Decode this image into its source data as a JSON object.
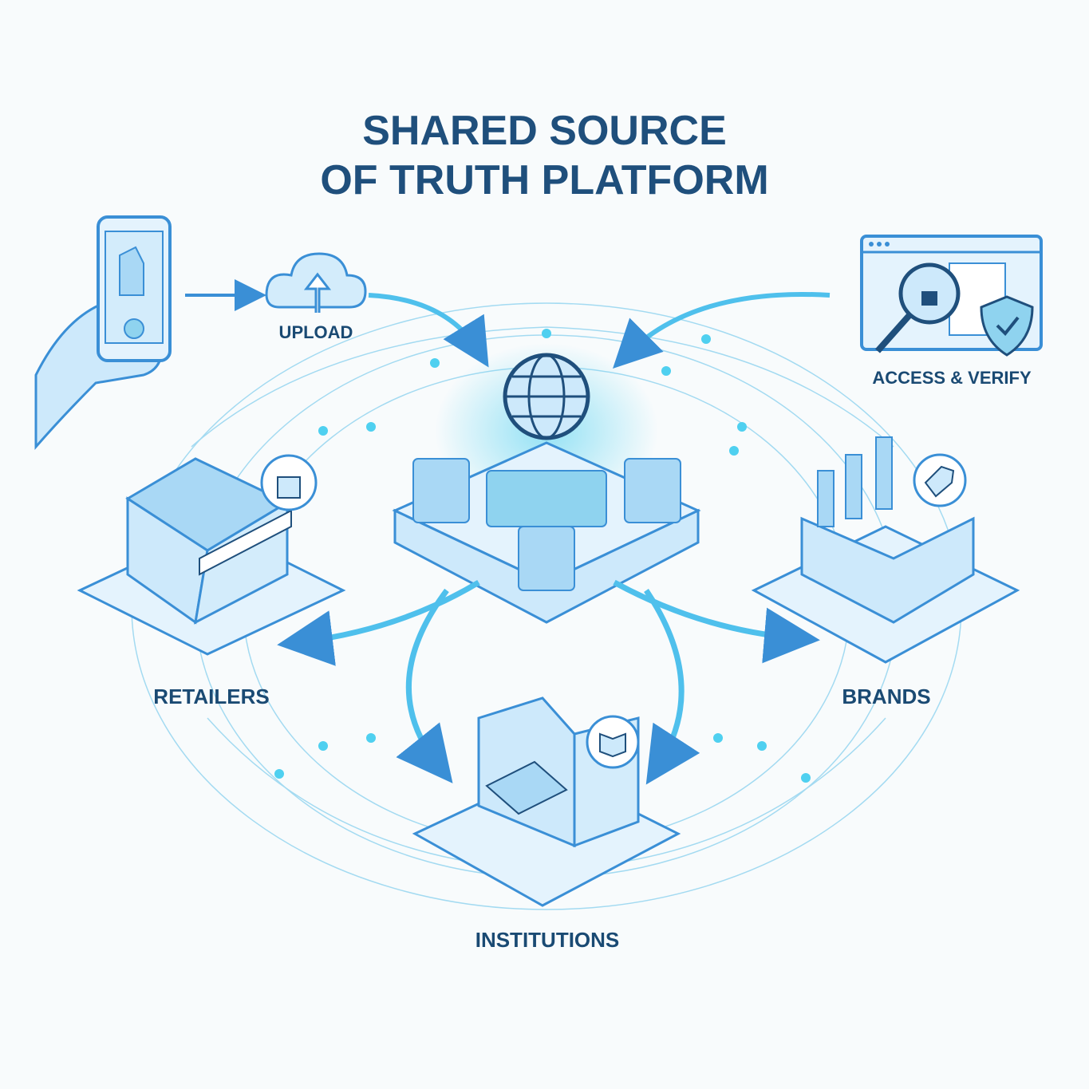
{
  "title": {
    "line1": "SHARED SOURCE",
    "line2": "OF TRUTH PLATFORM"
  },
  "steps": {
    "upload": "UPLOAD",
    "access": "ACCESS & VERIFY"
  },
  "nodes": {
    "retailers": "RETAILERS",
    "brands": "BRANDS",
    "institutions": "INSTITUTIONS"
  },
  "colors": {
    "title": "#1f4f7c",
    "stroke": "#3a8fd6",
    "fill": "#cde9fb",
    "accent": "#4fd0f0",
    "background": "#f8fbfc"
  }
}
